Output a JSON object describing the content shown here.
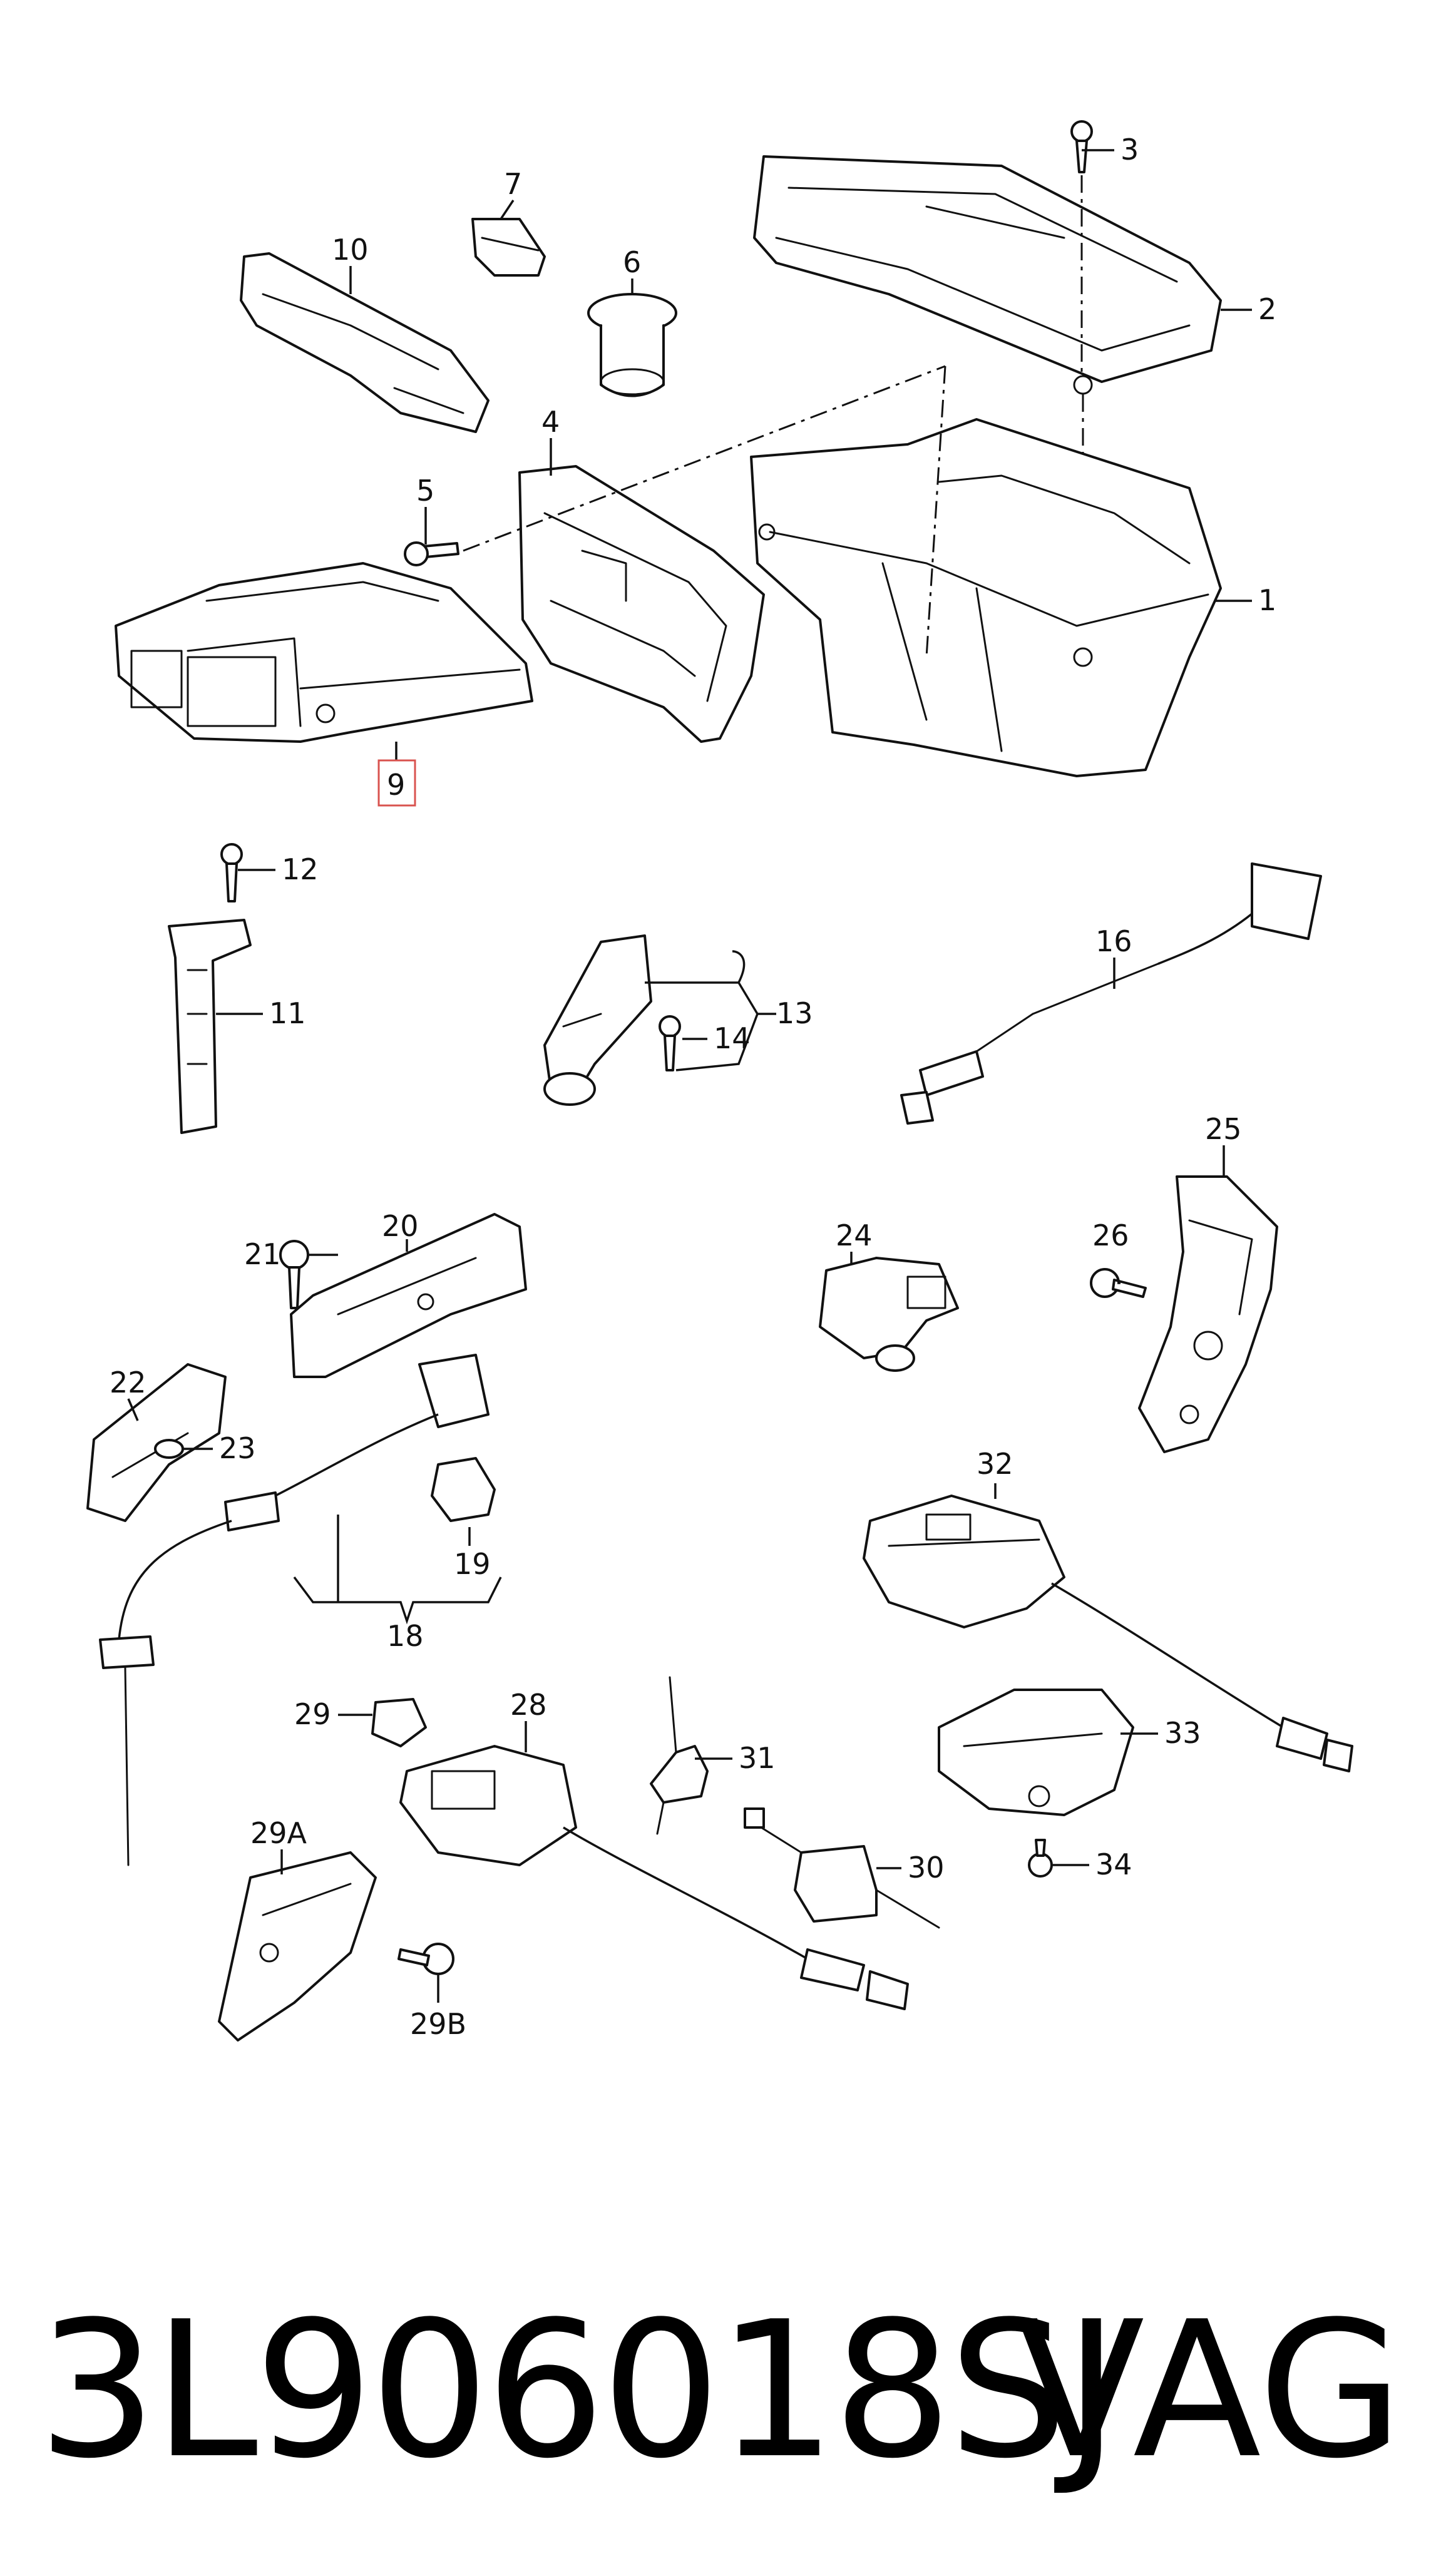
{
  "callouts": [
    "1",
    "2",
    "3",
    "4",
    "5",
    "6",
    "7",
    "9",
    "10",
    "11",
    "12",
    "13",
    "14",
    "16",
    "18",
    "19",
    "20",
    "21",
    "22",
    "23",
    "24",
    "25",
    "26",
    "28",
    "29",
    "29A",
    "29B",
    "30",
    "31",
    "32",
    "33",
    "34"
  ],
  "highlighted_callout": "9",
  "footer": {
    "part_number": "3L906018SJ",
    "brand": "VAG"
  }
}
